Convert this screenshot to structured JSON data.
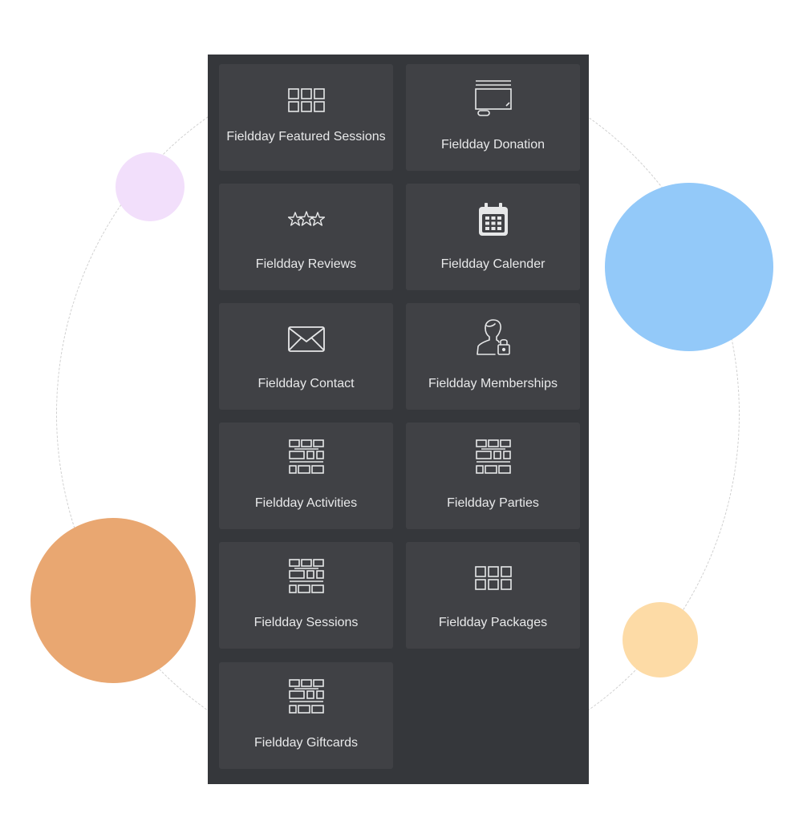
{
  "colors": {
    "panel_bg": "#35373b",
    "tile_bg": "#404145",
    "text": "#e8e9ea",
    "bubble_lilac": "#f2dffb",
    "bubble_blue": "#93c9f9",
    "bubble_orange": "#e9a771",
    "bubble_peach": "#fddba6"
  },
  "widgets": [
    {
      "label": "Fieldday Featured Sessions",
      "icon": "grid-icon"
    },
    {
      "label": "Fieldday Donation",
      "icon": "donation-box-icon"
    },
    {
      "label": "Fieldday Reviews",
      "icon": "stars-icon"
    },
    {
      "label": "Fieldday Calender",
      "icon": "calendar-icon"
    },
    {
      "label": "Fieldday Contact",
      "icon": "envelope-icon"
    },
    {
      "label": "Fieldday Memberships",
      "icon": "user-lock-icon"
    },
    {
      "label": "Fieldday Activities",
      "icon": "blocks-icon"
    },
    {
      "label": "Fieldday Parties",
      "icon": "blocks-icon"
    },
    {
      "label": "Fieldday Sessions",
      "icon": "blocks-icon"
    },
    {
      "label": "Fieldday Packages",
      "icon": "grid-icon"
    },
    {
      "label": "Fieldday Giftcards",
      "icon": "blocks-icon"
    }
  ]
}
